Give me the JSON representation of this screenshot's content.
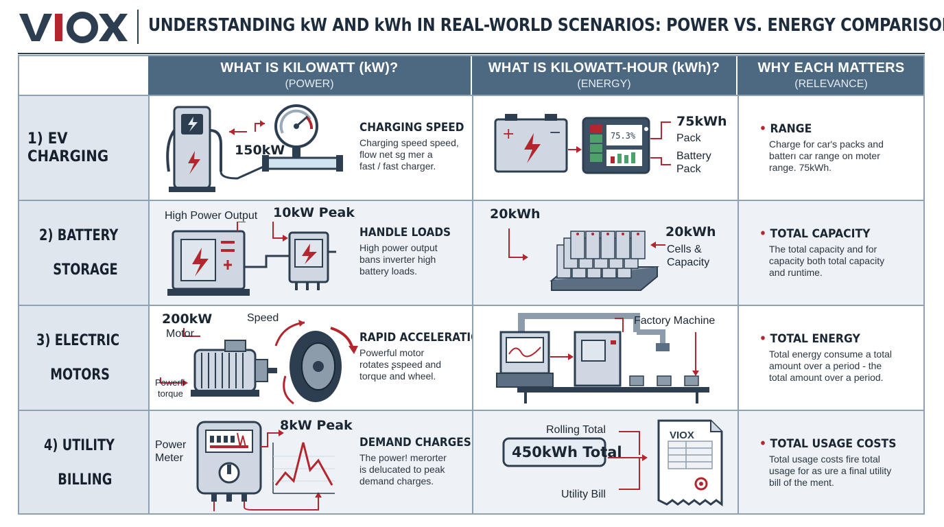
{
  "brand": {
    "logo_text": "VIOX",
    "accent": "#b3262e",
    "primary": "#2d3e50"
  },
  "title": "UNDERSTANDING kW AND kWh IN REAL-WORLD SCENARIOS: POWER VS. ENERGY COMPARISON",
  "columns": [
    {
      "title": "WHAT IS KILOWATT (kW)?",
      "subtitle": "(POWER)"
    },
    {
      "title": "WHAT IS KILOWATT-HOUR (kWh)?",
      "subtitle": "(ENERGY)"
    },
    {
      "title": "WHY EACH MATTERS",
      "subtitle": "(RELEVANCE)"
    }
  ],
  "rows": [
    {
      "label_line1": "1) EV CHARGING",
      "label_line2": "",
      "power": {
        "value_label": "150kW",
        "heading": "CHARGING SPEED",
        "desc1": "Charging speed speed,",
        "desc2": "flow net sg mer a",
        "desc3": "fast / fast charger.",
        "icon": "ev-charger-gauge-icon"
      },
      "energy": {
        "value_label": "75kWh",
        "sub1": "Pack",
        "sub2": "Battery",
        "sub3": "Pack",
        "screen_text": "75.3%",
        "icon": "battery-monitor-icon"
      },
      "why": {
        "title": "RANGE",
        "desc1": "Charge for car's packs and",
        "desc2": "batterı car range on moter",
        "desc3": "range. 75kWh."
      }
    },
    {
      "label_line1": "2) BATTERY",
      "label_line2": "STORAGE",
      "power": {
        "extra_label": "High Power Output",
        "value_label": "10kW Peak",
        "heading": "HANDLE LOADS",
        "desc1": "High power output",
        "desc2": "bans inverter high",
        "desc3": "battery loads.",
        "icon": "inverter-icon"
      },
      "energy": {
        "value_label": "20kWh",
        "value_label2": "20kWh",
        "sub1": "Cells &",
        "sub2": "Capacity",
        "icon": "battery-cells-pallet-icon"
      },
      "why": {
        "title": "TOTAL CAPACITY",
        "desc1": "The total capacity and for",
        "desc2": "capacity both total capacity",
        "desc3": "and runtime."
      }
    },
    {
      "label_line1": "3) ELECTRIC",
      "label_line2": "MOTORS",
      "power": {
        "value_label": "200kW",
        "sub1": "Motor",
        "speed_label": "Speed",
        "torque1": "Powerfi",
        "torque2": "torque",
        "heading": "RAPID ACCELERATION",
        "desc1": "Powerful motor",
        "desc2": "rotates ʂspeed and",
        "desc3": "torque and wheel.",
        "icon": "motor-wheel-icon"
      },
      "energy": {
        "value_label": "Factory Machine",
        "icon": "factory-machine-icon"
      },
      "why": {
        "title": "TOTAL ENERGY",
        "desc1": "Total energy consume a total",
        "desc2": "amount over a period - the",
        "desc3": "total amount over a period."
      }
    },
    {
      "label_line1": "4) UTILITY",
      "label_line2": "BILLING",
      "power": {
        "meter1": "Power",
        "meter2": "Meter",
        "value_label": "8kW Peak",
        "heading": "DEMAND CHARGES",
        "desc1": "The power! merorter",
        "desc2": "is delucated to peak",
        "desc3": "demand charges.",
        "icon": "power-meter-icon"
      },
      "energy": {
        "top_label": "Rolling Total",
        "value_label": "450kWh Total",
        "bottom_label": "Utility Bill",
        "bill_brand": "VIOX",
        "icon": "utility-bill-icon"
      },
      "why": {
        "title": "TOTAL USAGE COSTS",
        "desc1": "Total usage costs fire total",
        "desc2": "usage for as ure a final utility",
        "desc3": "bill of the ment."
      }
    }
  ]
}
